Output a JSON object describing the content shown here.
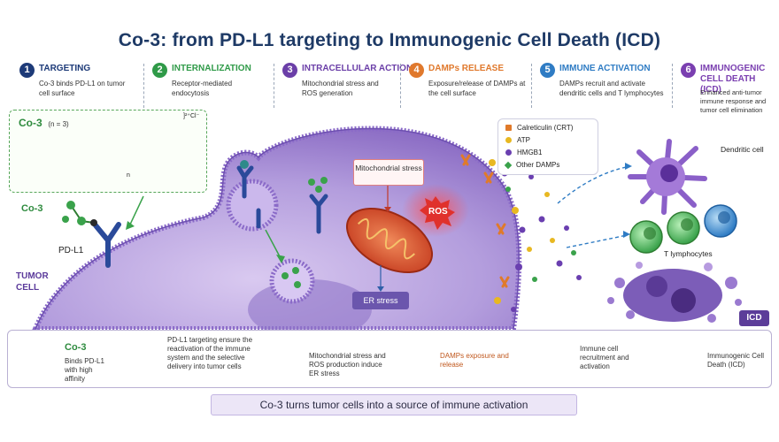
{
  "title": "Co-3: from PD-L1 targeting to Immunogenic Cell Death (ICD)",
  "colors": {
    "title": "#1e3a66",
    "targeting": "#1d3a78",
    "internalization": "#2f9a48",
    "intracellular": "#6b3fa8",
    "damps": "#e0792d",
    "immune": "#2f7cc4",
    "icd": "#7a3fb0"
  },
  "steps": [
    {
      "num": "1",
      "title": "TARGETING",
      "desc": "Co-3 binds PD-L1 on tumor cell surface"
    },
    {
      "num": "2",
      "title": "INTERNALIZATION",
      "desc": "Receptor-mediated endocytosis"
    },
    {
      "num": "3",
      "title": "INTRACELLULAR ACTION",
      "desc": "Mitochondrial stress and ROS generation"
    },
    {
      "num": "4",
      "title": "DAMPs RELEASE",
      "desc": "Exposure/release of DAMPs at the cell surface"
    },
    {
      "num": "5",
      "title": "IMMUNE ACTIVATION",
      "desc": "DAMPs recruit and activate dendritic cells and T lymphocytes"
    },
    {
      "num": "6",
      "title": "IMMUNOGENIC CELL DEATH (ICD)",
      "desc": "Enhanced anti-tumor immune response and tumor cell elimination"
    }
  ],
  "structure": {
    "label": "Co-3",
    "n": "(n = 3)",
    "counterion": "]²⁺Cl⁻",
    "n_sub": "n"
  },
  "diagram": {
    "co3_label": "Co-3",
    "pdl1_label": "PD-L1",
    "tumor_cell": "TUMOR CELL",
    "mito_stress": "Mitochondrial stress",
    "ros": "ROS",
    "er_stress": "ER stress",
    "dendritic": "Dendritic cell",
    "t_lymph": "T lymphocytes",
    "icd": "ICD"
  },
  "legend": [
    {
      "label": "Calreticulin (CRT)",
      "color": "#e07a2a"
    },
    {
      "label": "ATP",
      "color": "#e8b821"
    },
    {
      "label": "HMGB1",
      "color": "#6a3fb0"
    },
    {
      "label": "Other DAMPs",
      "color": "#3aa24b"
    }
  ],
  "bottom": {
    "co3_title": "Co-3",
    "co3_desc": "Binds PD-L1 with high affinity",
    "pdl1_desc": "PD-L1 targeting ensure the reactivation of the immune system and the selective delivery into tumor cells",
    "mito_desc": "Mitochondrial stress and ROS production induce ER stress",
    "damps_desc": "DAMPs exposure and release",
    "immune_desc": "Immune cell recruitment and activation",
    "icd_desc": "Immunogenic Cell Death (ICD)"
  },
  "footer": "Co-3  turns tumor cells into a source of immune activation"
}
